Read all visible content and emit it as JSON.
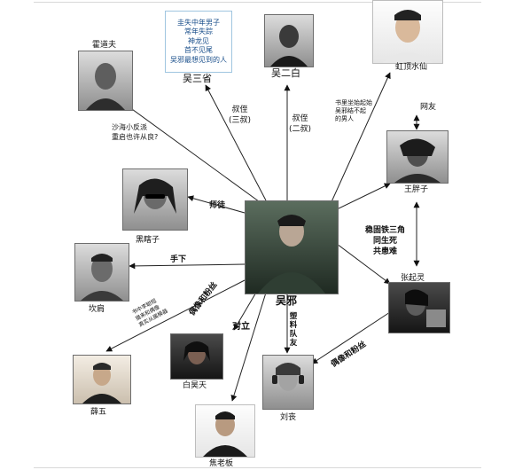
{
  "center": {
    "name": "吴邪"
  },
  "people": {
    "huo_daofu": {
      "name": "霍道夫"
    },
    "wu_sanxing": {
      "name": "吴三省"
    },
    "wu_erbai": {
      "name": "吴二白"
    },
    "hongding_shuixian": {
      "name": "虹顶水仙"
    },
    "wang_pangzi": {
      "name": "王胖子"
    },
    "hei_xiazi": {
      "name": "黑瞎子"
    },
    "kan_jian": {
      "name": "坎肩"
    },
    "zhang_qiling": {
      "name": "张起灵"
    },
    "bai_haotian": {
      "name": "白昊天"
    },
    "liu_sang": {
      "name": "刘丧"
    },
    "xue_wu": {
      "name": "薛五"
    },
    "jiao_laoban": {
      "name": "焦老板"
    }
  },
  "note_box": {
    "lines": [
      "圭失中年男子",
      "常年失踪",
      "神龙见",
      "首不见尾",
      "吴邪最想见到的人"
    ]
  },
  "relations": {
    "huo": [
      "沙海小反派",
      "重启也许从良?"
    ],
    "sanxing": [
      "叔侄",
      "(三叔)"
    ],
    "erbai": [
      "叔侄",
      "(二叔)"
    ],
    "hongding_desc": [
      "书里坐始起始",
      "吴邪结不起",
      "的男人"
    ],
    "wangyou": "网友",
    "shitu": "师徒",
    "shouxia": "手下",
    "tiesanjiao": [
      "稳固铁三角",
      "同生死",
      "共患难"
    ],
    "ouxiang_bai": "偶像和粉丝",
    "duili": "对立",
    "xuewu_desc": [
      "书中李聪短",
      "猎来和偶像",
      "真实从属模器"
    ],
    "mengyou": "塑料队友",
    "ouxiang_liu": "偶像和粉丝"
  }
}
